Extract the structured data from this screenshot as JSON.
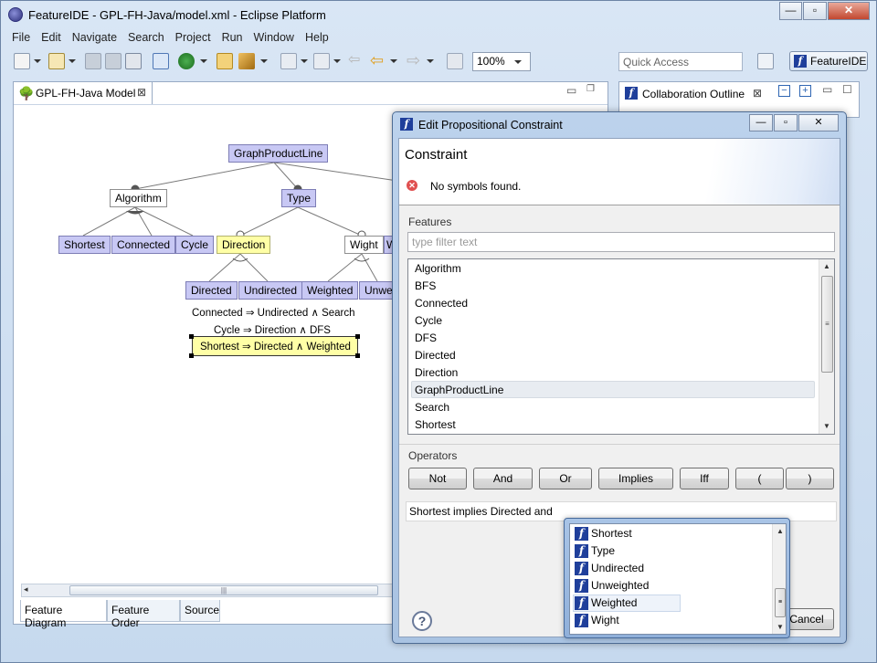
{
  "window": {
    "title": "FeatureIDE - GPL-FH-Java/model.xml - Eclipse Platform"
  },
  "menu": [
    "File",
    "Edit",
    "Navigate",
    "Search",
    "Project",
    "Run",
    "Window",
    "Help"
  ],
  "toolbar": {
    "zoom": "100%",
    "quick_access_placeholder": "Quick Access",
    "perspective": "FeatureIDE"
  },
  "editor": {
    "tab": "GPL-FH-Java Model",
    "bottom_tabs": [
      "Feature Diagram",
      "Feature Order",
      "Source"
    ]
  },
  "diagram": {
    "root": "GraphProductLine",
    "features": {
      "algorithm": "Algorithm",
      "type": "Type",
      "shortest": "Shortest",
      "connected": "Connected",
      "cycle": "Cycle",
      "direction": "Direction",
      "wight": "Wight",
      "cut_right": "W",
      "directed": "Directed",
      "undirected": "Undirected",
      "weighted": "Weighted",
      "unweighted": "Unwei"
    },
    "constraints": [
      "Connected  ⇒  Undirected  ∧  Search",
      "Cycle  ⇒  Direction  ∧  DFS",
      "Shortest  ⇒  Directed  ∧  Weighted"
    ]
  },
  "outline": {
    "title": "Collaboration Outline"
  },
  "dialog": {
    "title": "Edit Propositional Constraint",
    "header": "Constraint",
    "error": "No symbols found.",
    "features_label": "Features",
    "filter_placeholder": "type filter text",
    "features": [
      "Algorithm",
      "BFS",
      "Connected",
      "Cycle",
      "DFS",
      "Directed",
      "Direction",
      "GraphProductLine",
      "Search",
      "Shortest"
    ],
    "selected_feature": "GraphProductLine",
    "operators_label": "Operators",
    "operators": [
      "Not",
      "And",
      "Or",
      "Implies",
      "Iff",
      "(",
      ")"
    ],
    "constraint_text": "Shortest implies Directed and",
    "cancel": "Cancel"
  },
  "autocomplete": {
    "items": [
      "Shortest",
      "Type",
      "Undirected",
      "Unweighted",
      "Weighted",
      "Wight"
    ],
    "selected": "Weighted"
  }
}
